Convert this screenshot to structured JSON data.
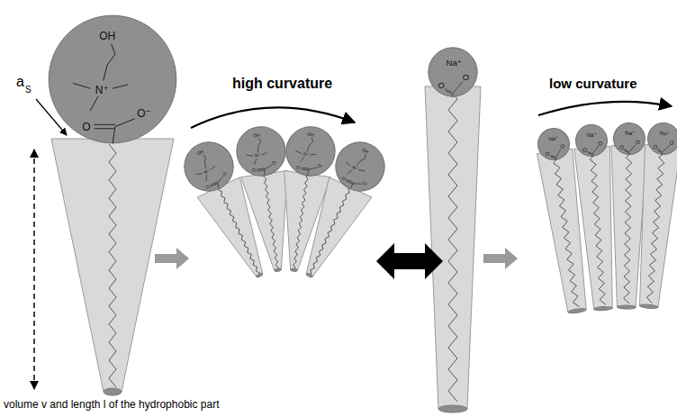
{
  "diagram": {
    "nodes": [
      {
        "text": [
          "OH",
          "N⁺",
          "O",
          "O⁻"
        ]
      },
      {
        "text": [
          "OH",
          "N⁺",
          "O",
          "O⁻"
        ]
      },
      {
        "text": [
          "OH",
          "N⁺",
          "O",
          "O⁻"
        ]
      },
      {
        "text": [
          "OH",
          "N⁺",
          "O",
          "O⁻"
        ]
      },
      {
        "text": [
          "OH",
          "N⁺",
          "O",
          "O⁻"
        ]
      },
      {
        "text": [
          "Na⁺",
          "O",
          "O"
        ]
      },
      {
        "text": [
          "Na⁺",
          "O",
          "O"
        ]
      },
      {
        "text": [
          "Na⁺",
          "O",
          "O"
        ]
      },
      {
        "text": [
          "Na⁺",
          "O",
          "O"
        ]
      },
      {
        "text": [
          "Na⁺",
          "O",
          "O"
        ]
      }
    ],
    "labels": [
      "a",
      "S",
      "high curvature",
      "low curvature",
      "volume v and length l of the hydrophobic part"
    ]
  }
}
